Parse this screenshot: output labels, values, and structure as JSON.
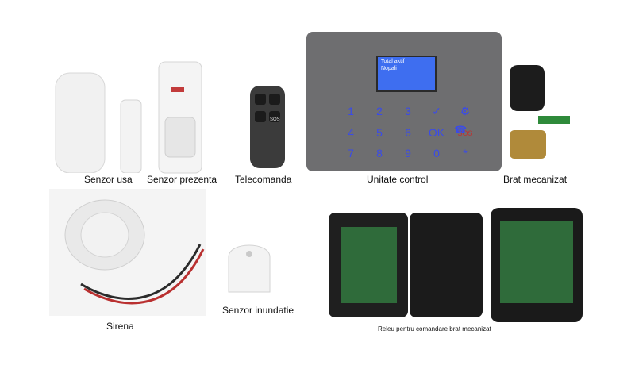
{
  "products": {
    "door_sensor": {
      "caption": "Senzor usa"
    },
    "motion_sensor": {
      "caption": "Senzor prezenta"
    },
    "remote": {
      "caption": "Telecomanda",
      "button_sos": "SOS"
    },
    "control_unit": {
      "caption": "Unitate control",
      "screen_lines": [
        "Total aktif",
        "Nopali"
      ],
      "keys": [
        "1",
        "2",
        "3",
        "✓",
        "⚙",
        "4",
        "5",
        "6",
        "OK",
        "SOS",
        "☎",
        "7",
        "8",
        "9",
        "0",
        "*"
      ]
    },
    "valve_arm": {
      "caption": "Brat mecanizat"
    },
    "siren": {
      "caption": "Sirena"
    },
    "flood_sensor": {
      "caption": "Senzor inundatie"
    },
    "relay": {
      "caption": "Releu pentru comandare brat mecanizat"
    }
  },
  "colors": {
    "key_blue": "#3a4be8",
    "screen_blue": "#3e6ef0",
    "device_gray": "#6e6e70",
    "pcb_green": "#2f6b3a"
  }
}
